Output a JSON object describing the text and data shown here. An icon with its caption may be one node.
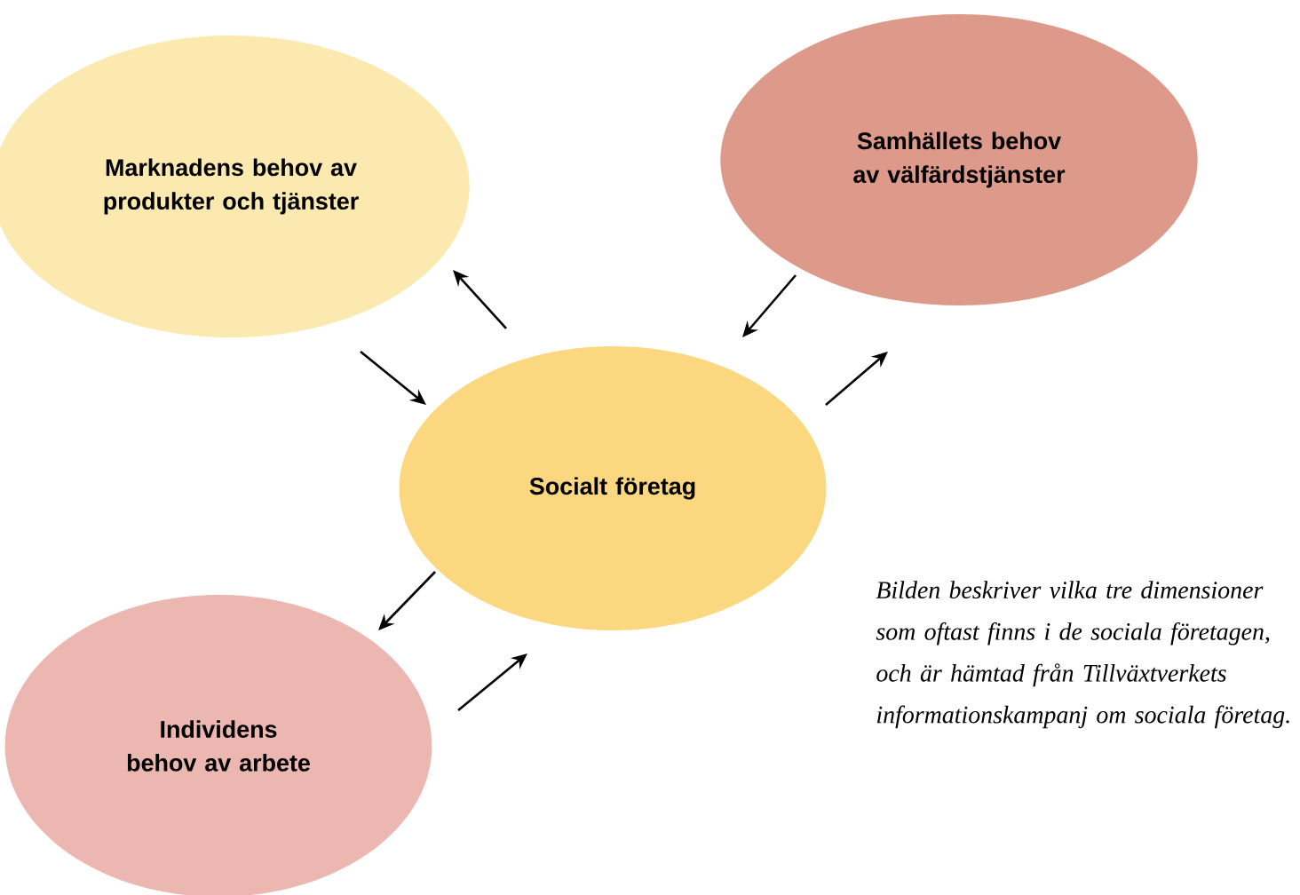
{
  "diagram": {
    "caption": "Bilden beskriver vilka tre dimensioner som oftast finns i de sociala företagen, och är hämtad från Tillväxtverkets informationskampanj om sociala företag.",
    "nodes": [
      {
        "text": [
          "Marknadens behov av produkter och tjänster"
        ]
      },
      {
        "text": [
          "Samhällets behov av välfärdstjänster"
        ]
      },
      {
        "text": [
          "Socialt företag"
        ]
      },
      {
        "text": [
          "Individens behov av arbete"
        ]
      }
    ],
    "edges": [
      {
        "from": 2,
        "to": 0,
        "arrow": "to"
      },
      {
        "from": 0,
        "to": 2,
        "arrow": "to"
      },
      {
        "from": 1,
        "to": 2,
        "arrow": "to"
      },
      {
        "from": 2,
        "to": 1,
        "arrow": "to"
      },
      {
        "from": 2,
        "to": 3,
        "arrow": "to"
      },
      {
        "from": 3,
        "to": 2,
        "arrow": "to"
      }
    ]
  }
}
